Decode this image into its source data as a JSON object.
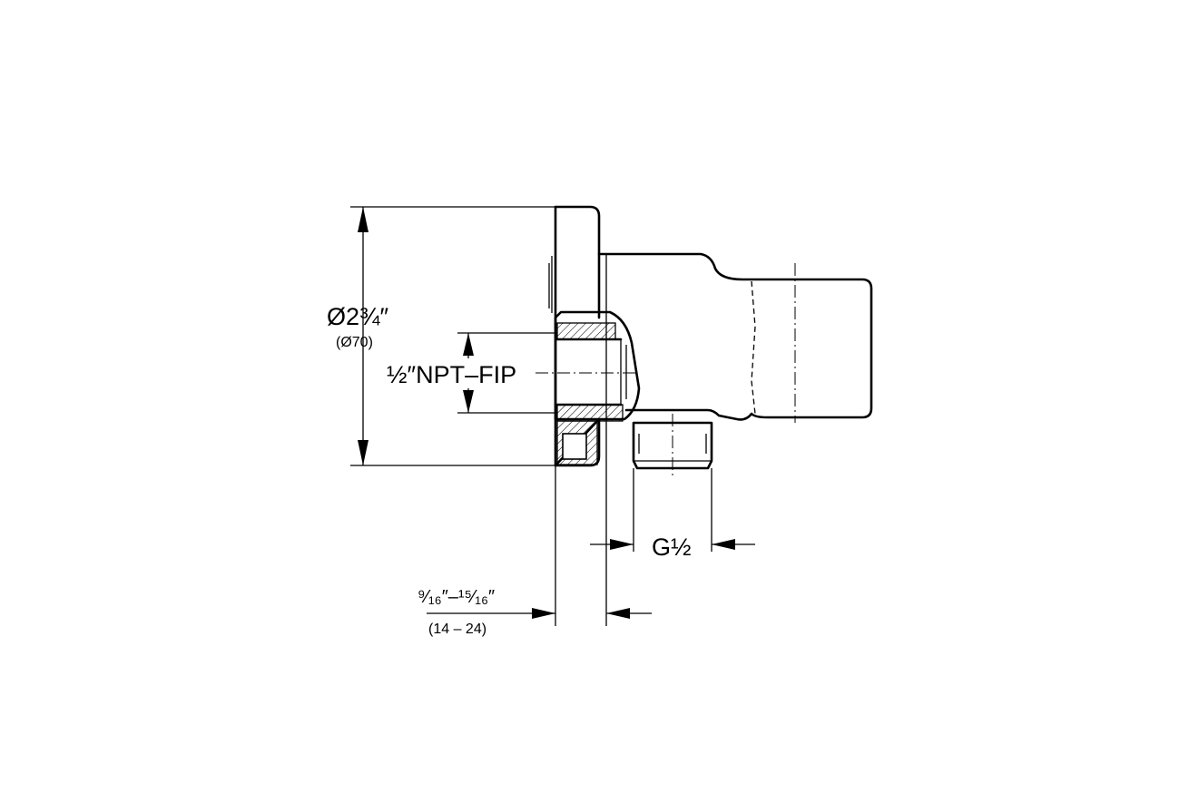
{
  "dimensions": {
    "flange_diameter": {
      "value": "Ø2¾″",
      "metric": "(Ø70)"
    },
    "inlet_thread": {
      "value": "½″NPT–FIP"
    },
    "outlet_thread": {
      "value": "G½"
    },
    "wall_depth": {
      "value": "⁹⁄₁₆″–¹⁵⁄₁₆″",
      "metric": "(14 – 24)"
    }
  }
}
